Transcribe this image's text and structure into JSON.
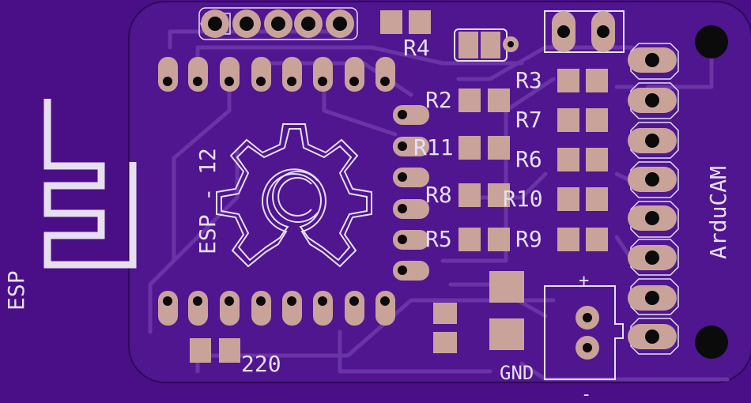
{
  "board": {
    "colors": {
      "background": "#4a0f86",
      "board": "#4f1690",
      "outline": "#2e0a58",
      "trace": "#6a34a6",
      "pad": "#c9a39a",
      "silkscreen": "#e6dff0",
      "drill": "#0b0b0b"
    },
    "labels": {
      "r4": "R4",
      "r2": "R2",
      "r11": "R11",
      "r8": "R8",
      "r5": "R5",
      "r3": "R3",
      "r7": "R7",
      "r6": "R6",
      "r10": "R10",
      "r9": "R9",
      "esp12": "ESP - 12",
      "esp": "ESP",
      "arducam": "ArduCAM",
      "gnd": "GND",
      "plus": "+",
      "minus": "-",
      "res220": "220"
    },
    "icons": {
      "logo": "open-source-hardware-gear-icon",
      "antenna": "meander-antenna-icon"
    }
  }
}
